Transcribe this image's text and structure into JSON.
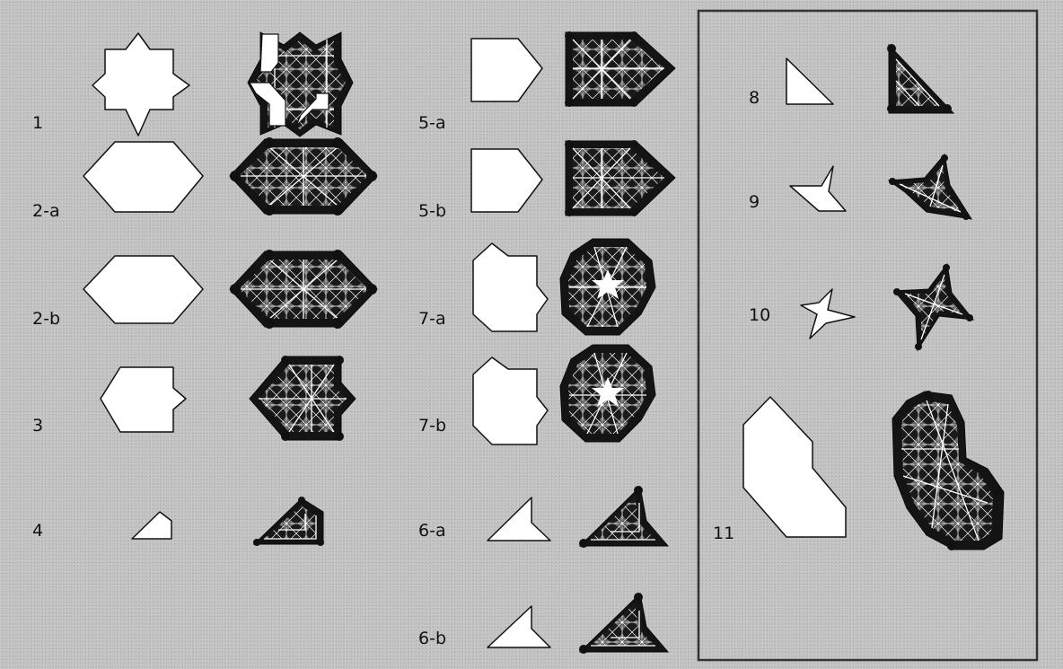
{
  "labels": {
    "l1": "1",
    "l2a": "2-a",
    "l2b": "2-b",
    "l3": "3",
    "l4": "4",
    "l5a": "5-a",
    "l5b": "5-b",
    "l7a": "7-a",
    "l7b": "7-b",
    "l6a": "6-a",
    "l6b": "6-b",
    "l8": "8",
    "l9": "9",
    "l10": "10",
    "l11": "11"
  },
  "colors": {
    "background": "#c2c2c2",
    "blank_fill": "#ffffff",
    "pattern_dark": "#141414",
    "pattern_mid": "#5a5a5a",
    "frame": "#333333"
  }
}
